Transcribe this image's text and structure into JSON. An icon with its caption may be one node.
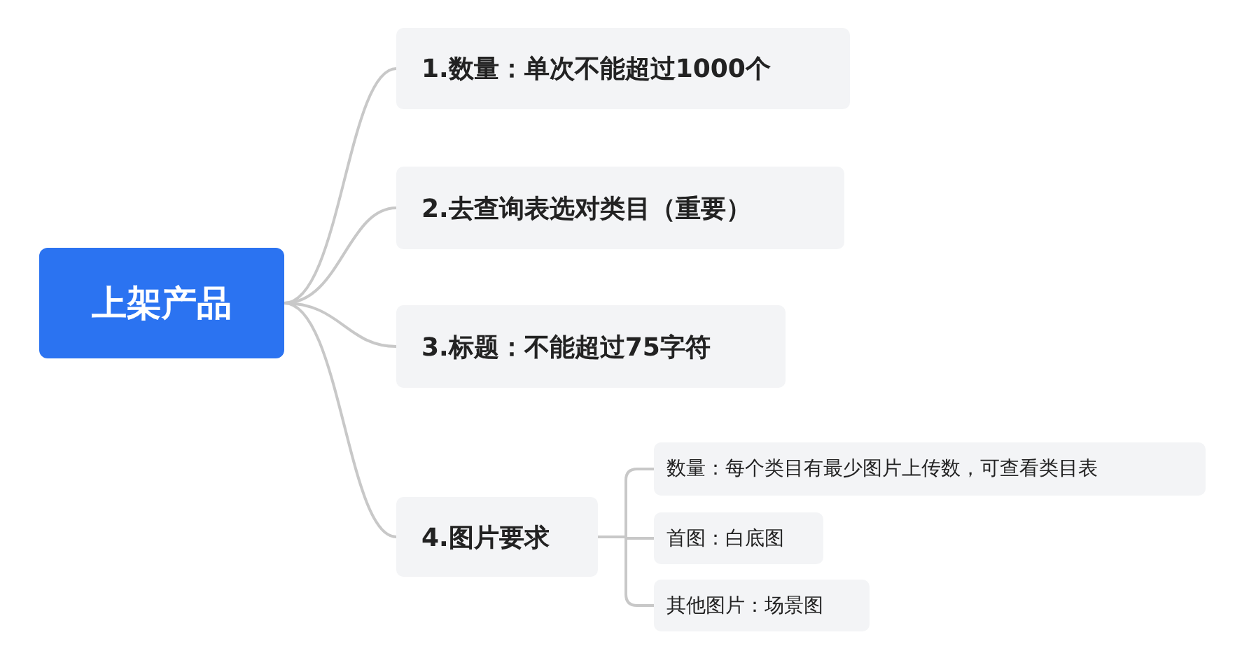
{
  "diagram": {
    "nodes": [
      {
        "text": [
          "上架产品"
        ]
      },
      {
        "text": [
          "1.数量：单次不能超过1000个"
        ]
      },
      {
        "text": [
          "2.去查询表选对类目（重要）"
        ]
      },
      {
        "text": [
          "3.标题：不能超过75字符"
        ]
      },
      {
        "text": [
          "4.图片要求"
        ]
      },
      {
        "text": [
          "数量：每个类目有最少图片上传数，可查看类目表"
        ]
      },
      {
        "text": [
          "首图：白底图"
        ]
      },
      {
        "text": [
          "其他图片：场景图"
        ]
      }
    ],
    "edges": [
      {
        "from": 0,
        "to": 1,
        "arrow": "none"
      },
      {
        "from": 0,
        "to": 2,
        "arrow": "none"
      },
      {
        "from": 0,
        "to": 3,
        "arrow": "none"
      },
      {
        "from": 0,
        "to": 4,
        "arrow": "none"
      },
      {
        "from": 4,
        "to": 5,
        "arrow": "none"
      },
      {
        "from": 4,
        "to": 6,
        "arrow": "none"
      },
      {
        "from": 4,
        "to": 7,
        "arrow": "none"
      }
    ]
  }
}
